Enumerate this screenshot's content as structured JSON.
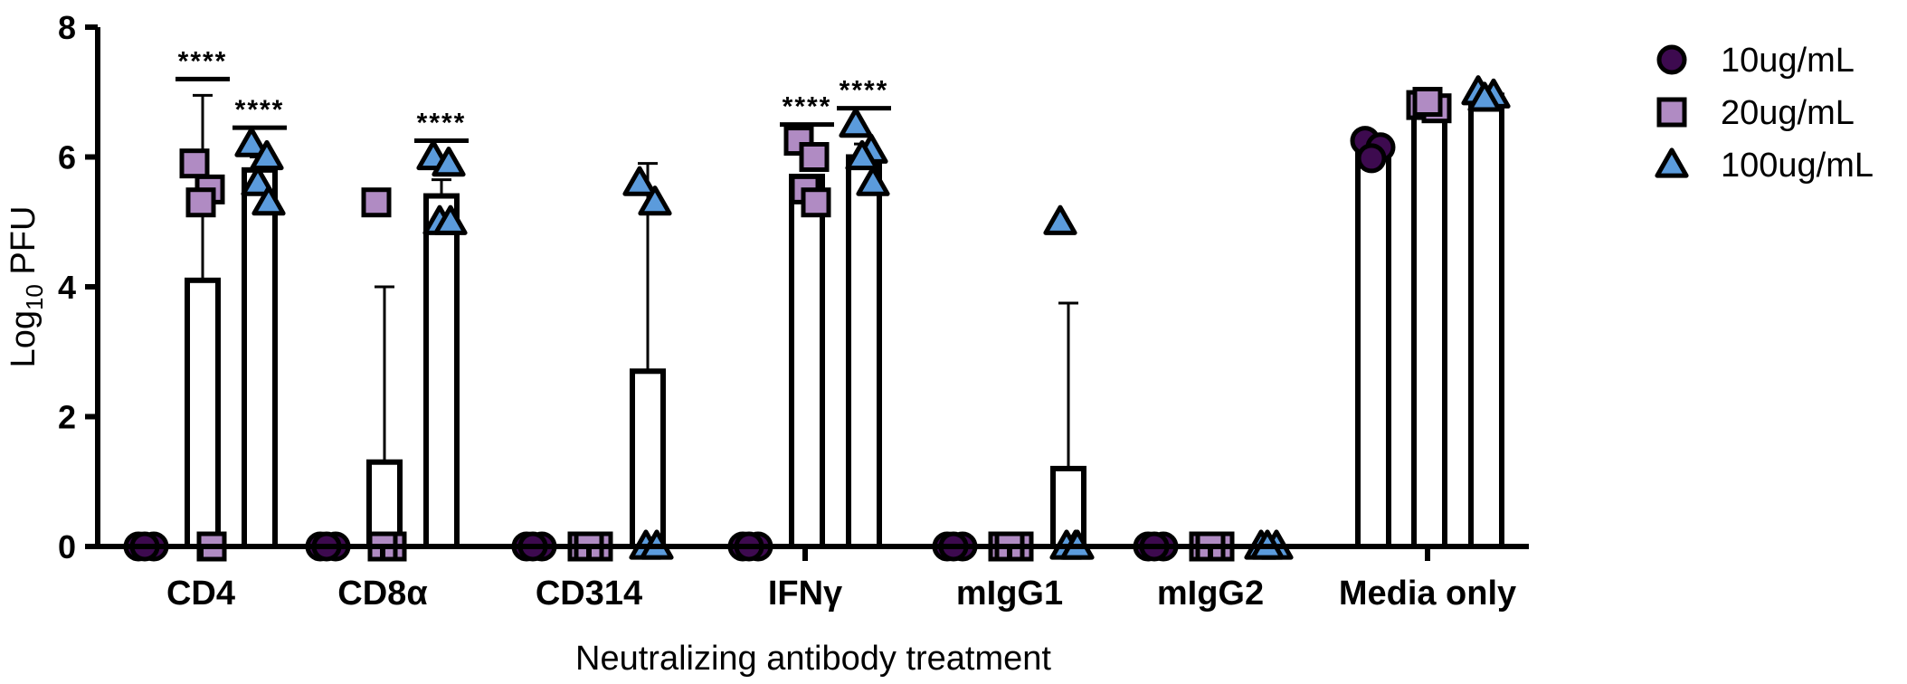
{
  "chart_data": {
    "type": "bar",
    "title": "",
    "xlabel": "Neutralizing antibody treatment",
    "ylabel": "Log",
    "ylabel_sub": "10",
    "ylabel_suffix": " PFU",
    "ylim": [
      0,
      8
    ],
    "yticks": [
      "0",
      "2",
      "4",
      "6",
      "8"
    ],
    "categories": [
      "CD4",
      "CD8α",
      "CD314",
      "IFNγ",
      "mIgG1",
      "mIgG2",
      "Media only"
    ],
    "legend_position": "top-right",
    "series": [
      {
        "name": "10ug/mL",
        "marker": "circle",
        "color": "#3d0a4f",
        "values": [
          0,
          0,
          0,
          0,
          0,
          0,
          6.1
        ],
        "error": [
          0,
          0,
          0,
          0,
          0,
          0,
          0
        ],
        "points": [
          [
            0,
            0,
            0
          ],
          [
            0,
            0,
            0
          ],
          [
            0,
            0,
            0
          ],
          [
            0,
            0,
            0
          ],
          [
            0,
            0,
            0
          ],
          [
            0,
            0,
            0
          ],
          [
            6.25,
            6.15,
            5.98
          ]
        ]
      },
      {
        "name": "20ug/mL",
        "marker": "square",
        "color": "#b08bc3",
        "values": [
          4.1,
          1.3,
          0,
          5.7,
          0,
          0,
          6.78
        ],
        "error": [
          2.85,
          2.7,
          0,
          0,
          0,
          0,
          0
        ],
        "points": [
          [
            5.9,
            5.5,
            5.3,
            0
          ],
          [
            5.3,
            0,
            0
          ],
          [
            0,
            0,
            0
          ],
          [
            6.25,
            6.0,
            5.5,
            5.3
          ],
          [
            0,
            0,
            0
          ],
          [
            0,
            0,
            0
          ],
          [
            6.8,
            6.75,
            6.85
          ]
        ]
      },
      {
        "name": "100ug/mL",
        "marker": "triangle",
        "color": "#5b9bdc",
        "values": [
          5.8,
          5.4,
          2.7,
          6.0,
          1.2,
          0,
          6.95
        ],
        "error": [
          0.2,
          0.25,
          3.2,
          0.2,
          2.55,
          0,
          0
        ],
        "points": [
          [
            6.2,
            6.0,
            5.6,
            5.3
          ],
          [
            6.0,
            5.9,
            5.0,
            5.0
          ],
          [
            5.6,
            5.3,
            0,
            0
          ],
          [
            6.5,
            6.1,
            6.0,
            5.6
          ],
          [
            5.0,
            0,
            0,
            0
          ],
          [
            0,
            0,
            0
          ],
          [
            7.0,
            6.95,
            6.9
          ]
        ]
      }
    ],
    "significance": [
      {
        "category": 0,
        "series": 1,
        "label": "****"
      },
      {
        "category": 0,
        "series": 2,
        "label": "****"
      },
      {
        "category": 1,
        "series": 2,
        "label": "****"
      },
      {
        "category": 3,
        "series": 1,
        "label": "****"
      },
      {
        "category": 3,
        "series": 2,
        "label": "****"
      }
    ]
  }
}
